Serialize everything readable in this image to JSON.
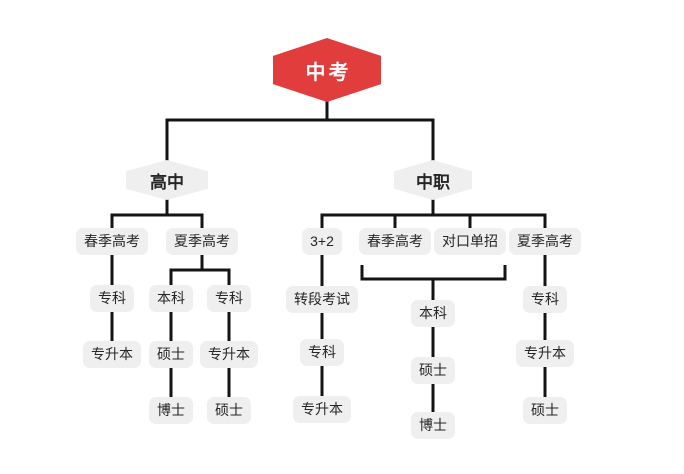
{
  "diagram": {
    "type": "flowchart",
    "description": "Education pathway tree after middle-school exam",
    "colors": {
      "canvas": "#ffffff",
      "root_bg": "#e23d3d",
      "root_text": "#ffffff",
      "node_bg": "#efefef",
      "node_text": "#262626",
      "line": "#141414"
    },
    "tree": {
      "label": "中考",
      "children": [
        {
          "label": "高中",
          "children": [
            {
              "label": "春季高考",
              "children": [
                {
                  "label": "专科",
                  "children": [
                    {
                      "label": "专升本",
                      "children": []
                    }
                  ]
                }
              ]
            },
            {
              "label": "夏季高考",
              "children": [
                {
                  "label": "本科",
                  "children": [
                    {
                      "label": "硕士",
                      "children": [
                        {
                          "label": "博士",
                          "children": []
                        }
                      ]
                    }
                  ]
                },
                {
                  "label": "专科",
                  "children": [
                    {
                      "label": "专升本",
                      "children": [
                        {
                          "label": "硕士",
                          "children": []
                        }
                      ]
                    }
                  ]
                }
              ]
            }
          ]
        },
        {
          "label": "中职",
          "children": [
            {
              "label": "3+2",
              "children": [
                {
                  "label": "转段考试",
                  "children": [
                    {
                      "label": "专科",
                      "children": [
                        {
                          "label": "专升本",
                          "children": []
                        }
                      ]
                    }
                  ]
                }
              ]
            },
            {
              "label": "春季高考",
              "joins_to": "本科",
              "children": []
            },
            {
              "label": "对口单招",
              "joins_to": "本科",
              "children": []
            },
            {
              "label": "夏季高考",
              "children": [
                {
                  "label": "专科",
                  "children": [
                    {
                      "label": "专升本",
                      "children": [
                        {
                          "label": "硕士",
                          "children": []
                        }
                      ]
                    }
                  ]
                }
              ]
            }
          ],
          "joined_branch": {
            "label": "本科",
            "joined_from": [
              "春季高考",
              "对口单招"
            ],
            "children": [
              {
                "label": "硕士",
                "children": [
                  {
                    "label": "博士",
                    "children": []
                  }
                ]
              }
            ]
          }
        }
      ]
    }
  }
}
